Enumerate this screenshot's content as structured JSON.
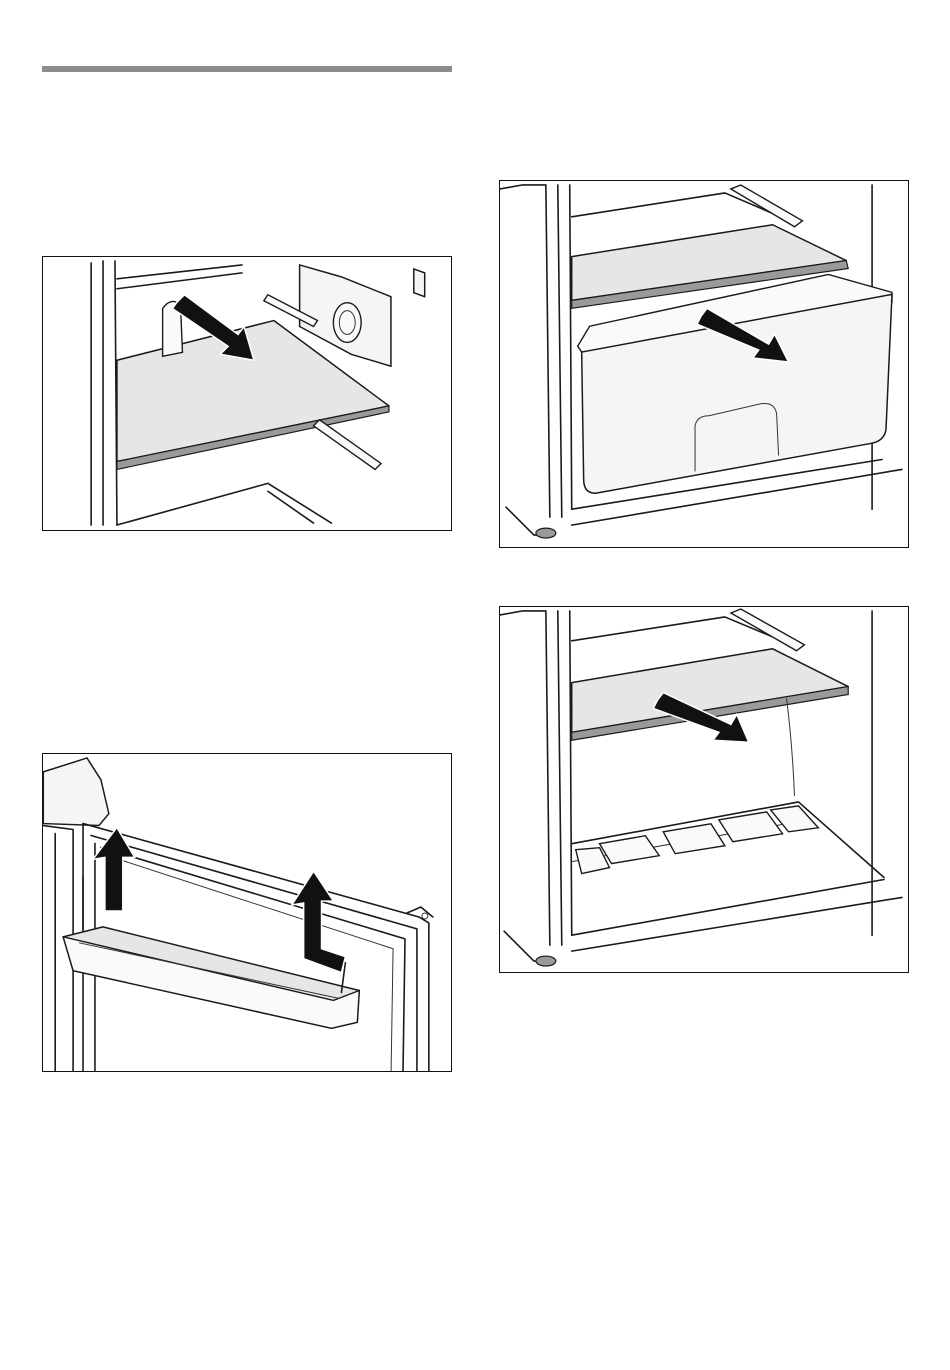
{
  "page": {
    "figures": [
      {
        "id": "shelf",
        "icon": "remove-shelf-illustration-icon"
      },
      {
        "id": "door",
        "icon": "remove-door-rack-illustration-icon"
      },
      {
        "id": "drawer",
        "icon": "remove-drawer-illustration-icon"
      },
      {
        "id": "lower",
        "icon": "remove-glass-shelf-illustration-icon"
      }
    ]
  }
}
